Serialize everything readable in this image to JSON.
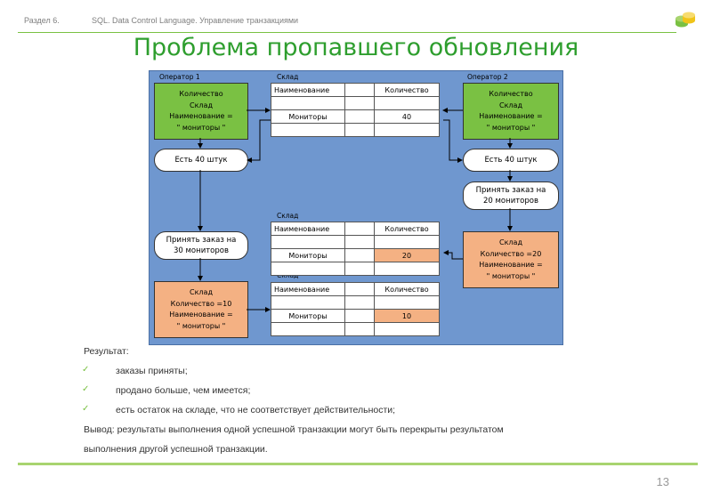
{
  "header": {
    "section": "Раздел 6.",
    "topic": "SQL. Data Control Language. Управление транзакциями",
    "logo_icon": "database-icon"
  },
  "slide": {
    "title": "Проблема пропавшего обновления",
    "page_number": "13"
  },
  "diagram": {
    "operator1_label": "Оператор 1",
    "operator2_label": "Оператор 2",
    "warehouse_label": "Склад",
    "op1_box": [
      "Количество",
      "Склад",
      "Наименование  =",
      "\" мониторы \""
    ],
    "op2_box": [
      "Количество",
      "Склад",
      "Наименование  =",
      "\" мониторы \""
    ],
    "op1_pill": "Есть 40 штук",
    "op2_pill": "Есть 40 штук",
    "op2_order": [
      "Принять заказ на",
      "20 мониторов"
    ],
    "op1_order": [
      "Принять заказ на",
      "30 мониторов"
    ],
    "op2_update": [
      "Склад",
      "Количество  =20",
      "Наименование  =",
      "\" мониторы \""
    ],
    "op1_update": [
      "Склад",
      "Количество  =10",
      "Наименование  =",
      "\" мониторы \""
    ],
    "table_headers": {
      "name": "Наименование",
      "qty": "Количество"
    },
    "item_name": "Мониторы",
    "qty_values": [
      "40",
      "20",
      "10"
    ],
    "colors": {
      "background": "#6f97cf",
      "green": "#7ac143",
      "orange": "#f4b183"
    }
  },
  "result": {
    "heading": "Результат:",
    "items": [
      "заказы приняты;",
      "продано больше, чем имеется;",
      "есть остаток на складе, что не соответствует действительности;"
    ],
    "conclusion_line1": "Вывод: результаты выполнения одной успешной транзакции могут быть перекрыты результатом",
    "conclusion_line2": "выполнения другой успешной транзакции."
  }
}
